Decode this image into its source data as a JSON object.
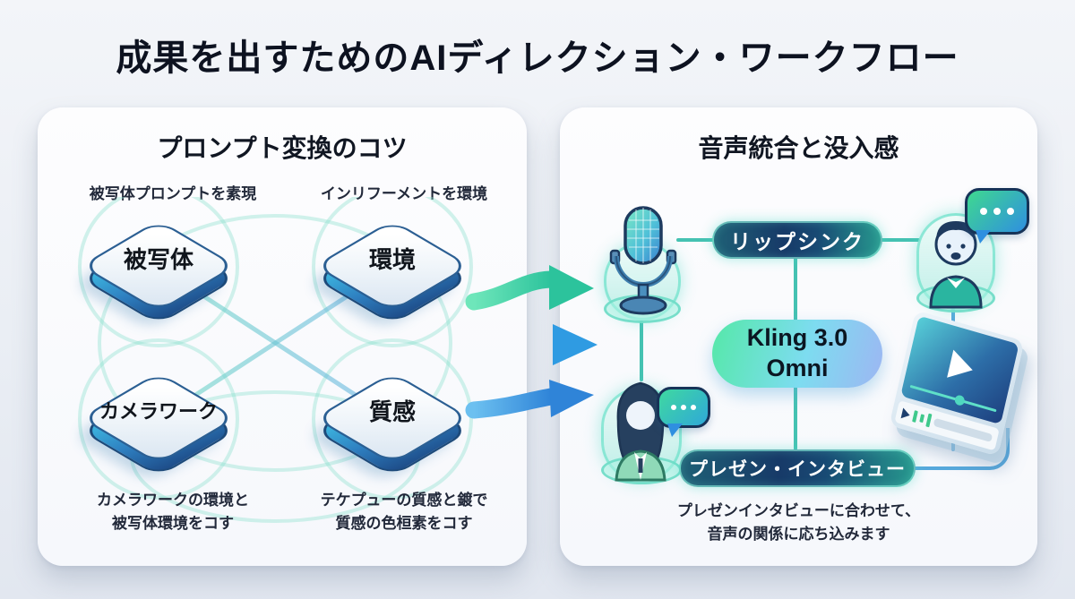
{
  "title": "成果を出すためのAIディレクション・ワークフロー",
  "left_panel": {
    "title": "プロンプト変換のコツ",
    "top_captions": {
      "left": "被写体プロンプトを素現",
      "right": "インリフーメントを環境"
    },
    "nodes": [
      {
        "label": "被写体"
      },
      {
        "label": "環境"
      },
      {
        "label": "カメラワーク"
      },
      {
        "label": "質感"
      }
    ],
    "bottom_captions": {
      "left": "カメラワークの環境と\n被写体環境をコす",
      "right": "テケプューの質感と鍍で\n質感の色桓素をコす"
    }
  },
  "right_panel": {
    "title": "音声統合と没入感",
    "pills": {
      "lip_sync": "リップシンク",
      "model": "Kling 3.0\nOmni",
      "presentation": "プレゼン・インタビュー"
    },
    "caption": "プレゼンインタビューに合わせて、\n音声の関係に応ち込みます"
  },
  "colors": {
    "accent_teal": "#2fbfae",
    "accent_blue": "#2f86d8",
    "pill_dark_left": "#17386a",
    "pill_dark_right": "#27988e",
    "kling_gradient_start": "#55e8a8",
    "kling_gradient_end": "#9db6f2"
  }
}
